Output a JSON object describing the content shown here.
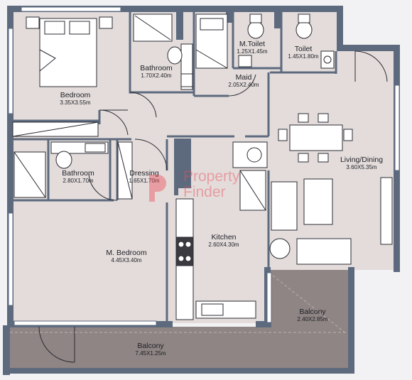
{
  "rooms": {
    "bedroom": {
      "name": "Bedroom",
      "dims": "3.35X3.55m"
    },
    "bathroom_top": {
      "name": "Bathroom",
      "dims": "1.70X2.40m"
    },
    "m_toilet": {
      "name": "M.Toilet",
      "dims": "1.25X1.45m"
    },
    "toilet": {
      "name": "Toilet",
      "dims": "1.45X1.80m"
    },
    "maid": {
      "name": "Maid",
      "dims": "2.05X2.40m"
    },
    "living_dining": {
      "name": "Living/Dining",
      "dims": "3.60X5.35m"
    },
    "bathroom_mid": {
      "name": "Bathroom",
      "dims": "2.80X1.70m"
    },
    "dressing": {
      "name": "Dressing",
      "dims": "1.65X1.70m"
    },
    "kitchen": {
      "name": "Kitchen",
      "dims": "2.60X4.30m"
    },
    "m_bedroom": {
      "name": "M. Bedroom",
      "dims": "4.45X3.40m"
    },
    "balcony_right": {
      "name": "Balcony",
      "dims": "2.40X2.85m"
    },
    "balcony_bottom": {
      "name": "Balcony",
      "dims": "7.45X1.25m"
    }
  },
  "watermark": {
    "line1": "Property",
    "line2": "Finder"
  },
  "colors": {
    "wall": "#5d6a7e",
    "floor": "#e3dcdb",
    "balcony": "#8e8584",
    "watermark": "#eb505a"
  }
}
